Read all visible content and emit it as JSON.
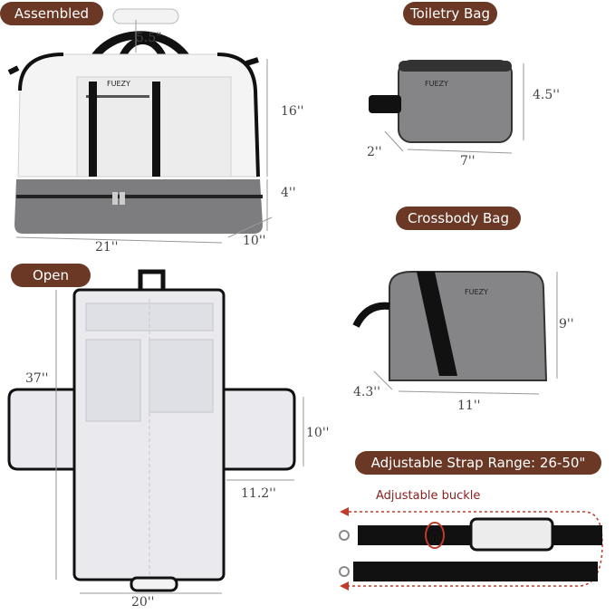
{
  "labels": {
    "assembled": "Assembled",
    "toiletry": "Toiletry Bag",
    "crossbody": "Crossbody Bag",
    "open": "Open",
    "strap": "Adjustable Strap Range: 26-50\"",
    "buckle": "Adjustable buckle"
  },
  "brand": "FUEZY",
  "dimensions": {
    "assembled_handle": "5.5\"",
    "assembled_height": "16''",
    "assembled_bottom": "4''",
    "assembled_width": "21''",
    "assembled_depth": "10''",
    "toiletry_height": "4.5''",
    "toiletry_depth": "2''",
    "toiletry_width": "7''",
    "crossbody_height": "9''",
    "crossbody_depth": "4.3''",
    "crossbody_width": "11''",
    "open_length": "37''",
    "open_wing_height": "10''",
    "open_wing_width": "11.2''",
    "open_width": "20''"
  },
  "colors": {
    "label_bg": "#6b3826",
    "buckle_text": "#8b2020",
    "grey_fabric": "#7d7d80",
    "white_fabric": "#f2f2f2",
    "strap": "#111111"
  }
}
